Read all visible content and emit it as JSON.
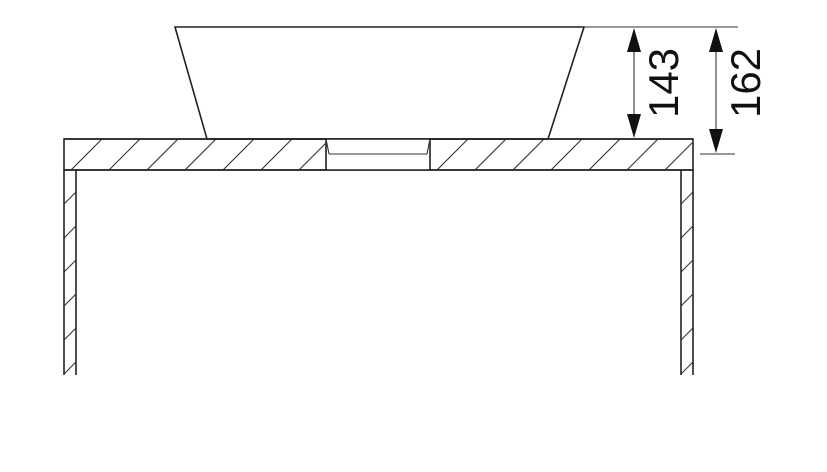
{
  "drawing": {
    "dimensions": [
      {
        "label": "basin-height",
        "value": "143"
      },
      {
        "label": "total-height",
        "value": "162"
      }
    ],
    "color": "#222222"
  }
}
